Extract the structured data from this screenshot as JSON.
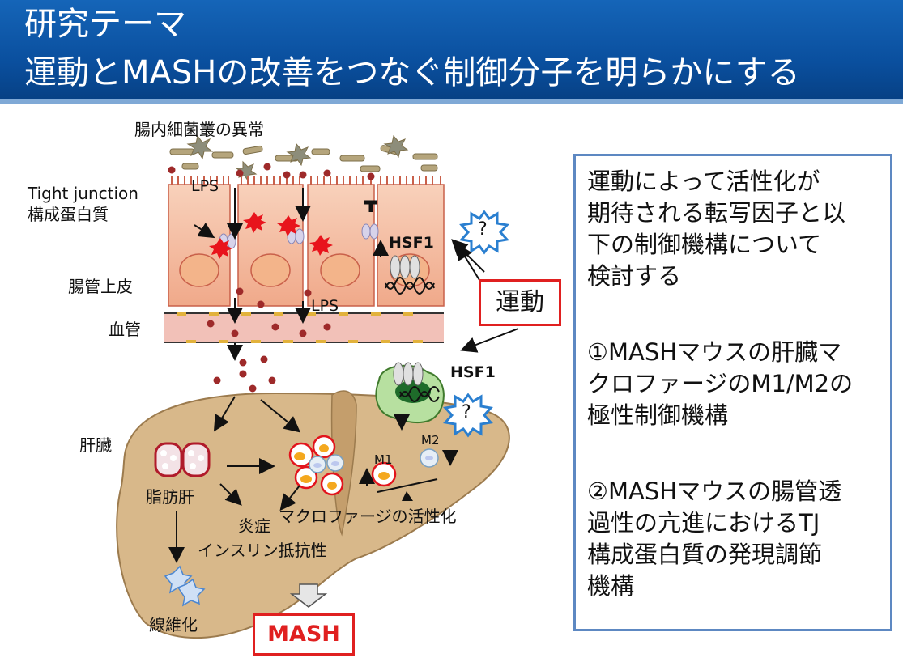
{
  "header": {
    "title_line1": "研究テーマ",
    "title_line2": "運動とMASHの改善をつなぐ制御分子を明らかにする"
  },
  "diagram": {
    "dysbiosis": "腸内細菌叢の異常",
    "tight_junction_en": "Tight junction",
    "tight_junction_jp": "構成蛋白質",
    "lps_top": "LPS",
    "lps_mid": "LPS",
    "intestinal_epithelium": "腸管上皮",
    "blood_vessel": "血管",
    "hsf1_top": "HSF1",
    "hsf1_bottom": "HSF1",
    "question_1": "?",
    "question_2": "?",
    "exercise": "運動",
    "liver": "肝臓",
    "fatty_liver": "脂肪肝",
    "m1": "M1",
    "m2": "M2",
    "macrophage_activation": "マクロファージの活性化",
    "inflammation": "炎症",
    "insulin_resistance": "インスリン抵抗性",
    "fibrosis": "線維化",
    "mash": "MASH"
  },
  "panel": {
    "lines": [
      "運動によって活性化が",
      "期待される転写因子と以",
      "下の制御機構について",
      "検討する",
      "",
      "①MASHマウスの肝臓マ",
      "クロファージのM1/M2の",
      "極性制御機構",
      "",
      "②MASHマウスの腸管透",
      "過性の亢進におけるTJ",
      "構成蛋白質の発現調節",
      "機構"
    ]
  },
  "colors": {
    "header_blue": "#0a4f9e",
    "panel_border": "#5d88c2",
    "accent_red": "#e02020",
    "liver_tan": "#d8b88a",
    "cell_pink": "#f6c3a8",
    "lps_dot": "#9e2a2a"
  }
}
